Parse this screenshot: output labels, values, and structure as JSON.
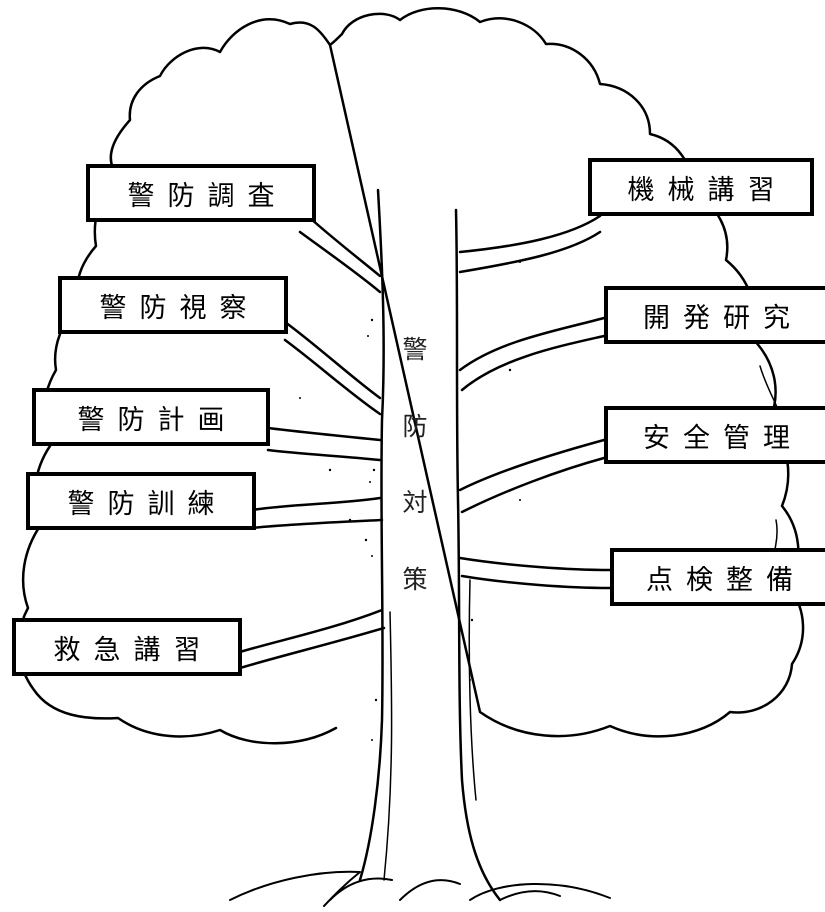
{
  "diagram": {
    "trunk_label_chars": [
      "警",
      "防",
      "対",
      "策"
    ],
    "left_branches": [
      {
        "label": "警防調査"
      },
      {
        "label": "警防視察"
      },
      {
        "label": "警防計画"
      },
      {
        "label": "警防訓練"
      },
      {
        "label": "救急講習"
      }
    ],
    "right_branches": [
      {
        "label": "機械講習"
      },
      {
        "label": "開発研究"
      },
      {
        "label": "安全管理"
      },
      {
        "label": "点検整備"
      }
    ],
    "line_color": "#000000",
    "background_color": "#ffffff"
  }
}
